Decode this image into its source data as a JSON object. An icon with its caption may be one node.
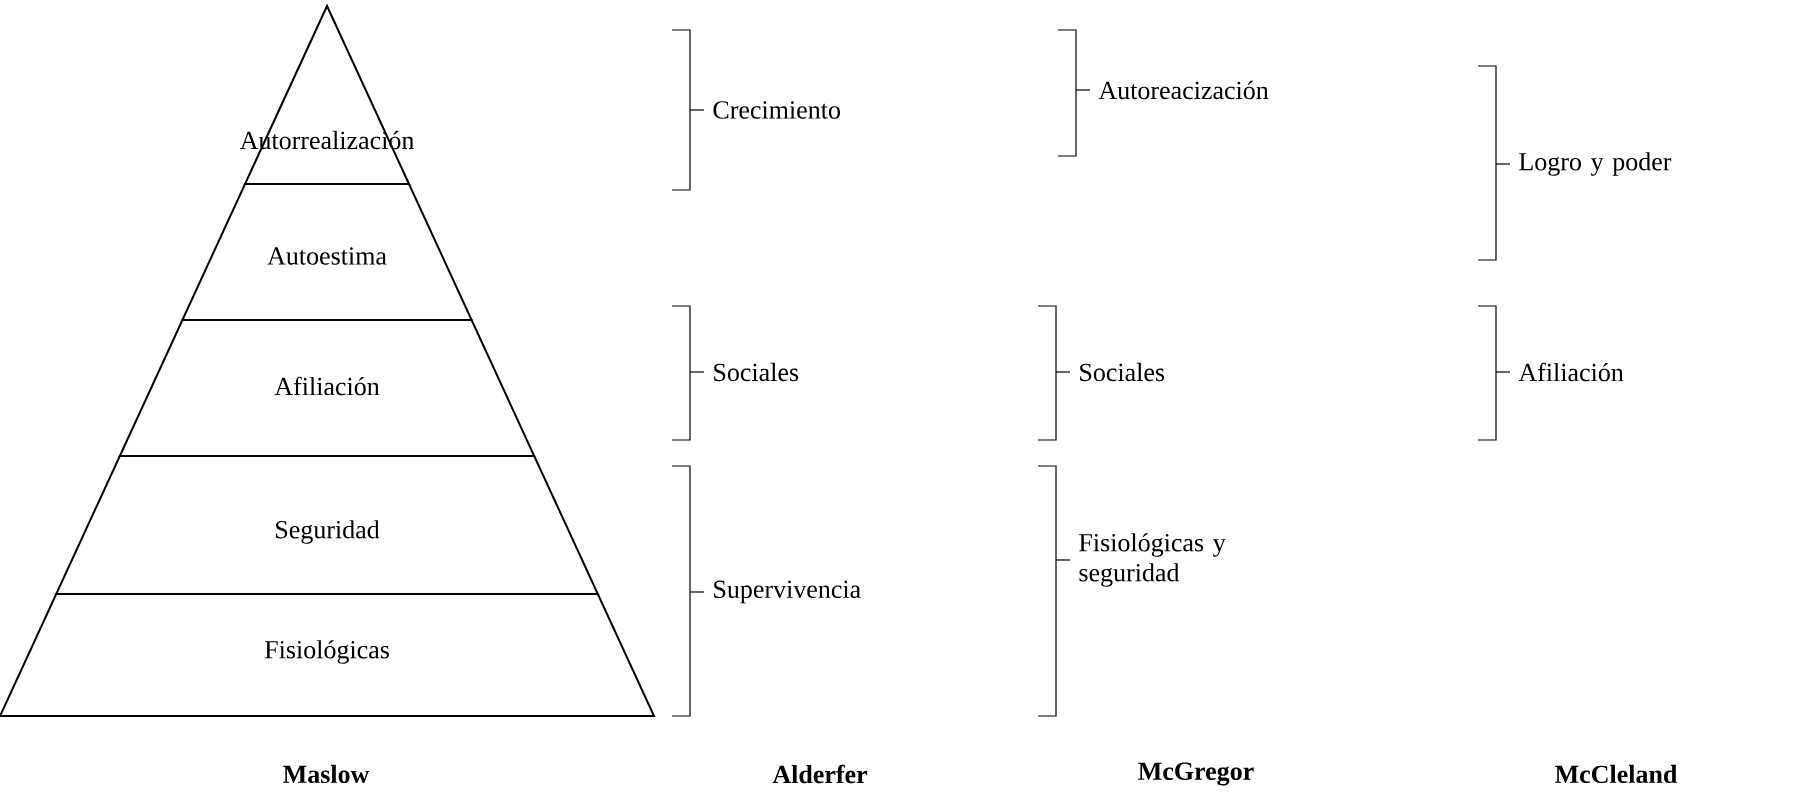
{
  "diagram": {
    "nodes": [
      {
        "text": [
          "Autorrealización"
        ]
      },
      {
        "text": [
          "Autoestima"
        ]
      },
      {
        "text": [
          "Afiliación"
        ]
      },
      {
        "text": [
          "Seguridad"
        ]
      },
      {
        "text": [
          "Fisiológicas"
        ]
      }
    ],
    "labels": [
      "Crecimiento",
      "Autoreacización",
      "Logro y poder",
      "Sociales",
      "Sociales",
      "Afiliación",
      "Supervivencia",
      "Fisiológicas y seguridad",
      "Maslow",
      "Alderfer",
      "McGregor",
      "McCleland"
    ]
  }
}
